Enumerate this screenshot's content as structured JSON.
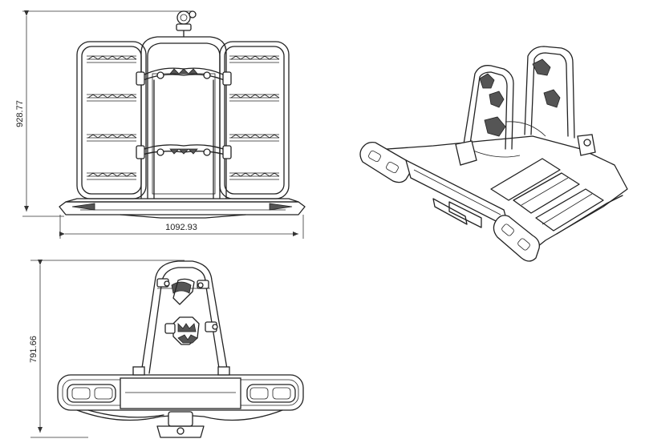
{
  "dimensions": {
    "front_height": "928.77",
    "front_width": "1092.93",
    "side_height": "791.66"
  },
  "views": [
    {
      "name": "front-view"
    },
    {
      "name": "isometric-view"
    },
    {
      "name": "side-view"
    }
  ],
  "colors": {
    "line": "#222222",
    "background": "#ffffff"
  }
}
